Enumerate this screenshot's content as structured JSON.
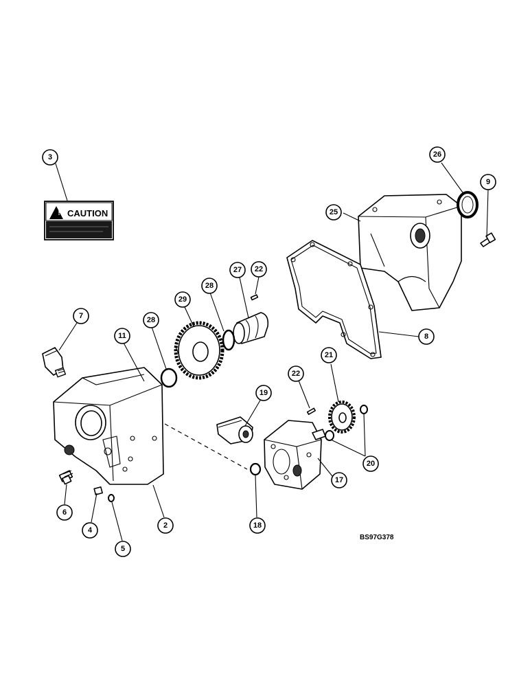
{
  "diagram": {
    "reference_code": "BS97G378",
    "caution_label_text": "CAUTION",
    "callouts": [
      "3",
      "26",
      "9",
      "25",
      "29",
      "28",
      "27",
      "22",
      "7",
      "11",
      "28",
      "8",
      "21",
      "22",
      "19",
      "17",
      "20",
      "6",
      "4",
      "5",
      "2",
      "18"
    ]
  }
}
